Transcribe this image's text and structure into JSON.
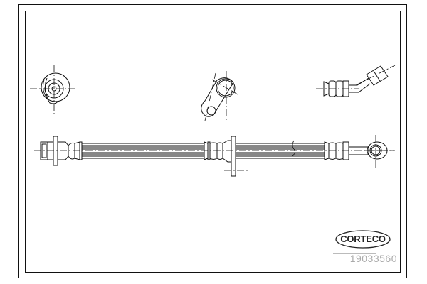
{
  "diagram": {
    "title": "Brake hose technical drawing",
    "brand": {
      "logo_text": "CORTECO"
    },
    "part_number": "19033560",
    "colors": {
      "line": "#111111",
      "part_number": "#aaaaaa"
    },
    "views": [
      {
        "name": "left-end-view",
        "description": "Banjo fitting end view"
      },
      {
        "name": "bracket-view",
        "description": "Mounting bracket view"
      },
      {
        "name": "right-end-detail",
        "description": "Angled fitting detail"
      },
      {
        "name": "hose-assembly",
        "description": "Main hose side view"
      }
    ]
  }
}
